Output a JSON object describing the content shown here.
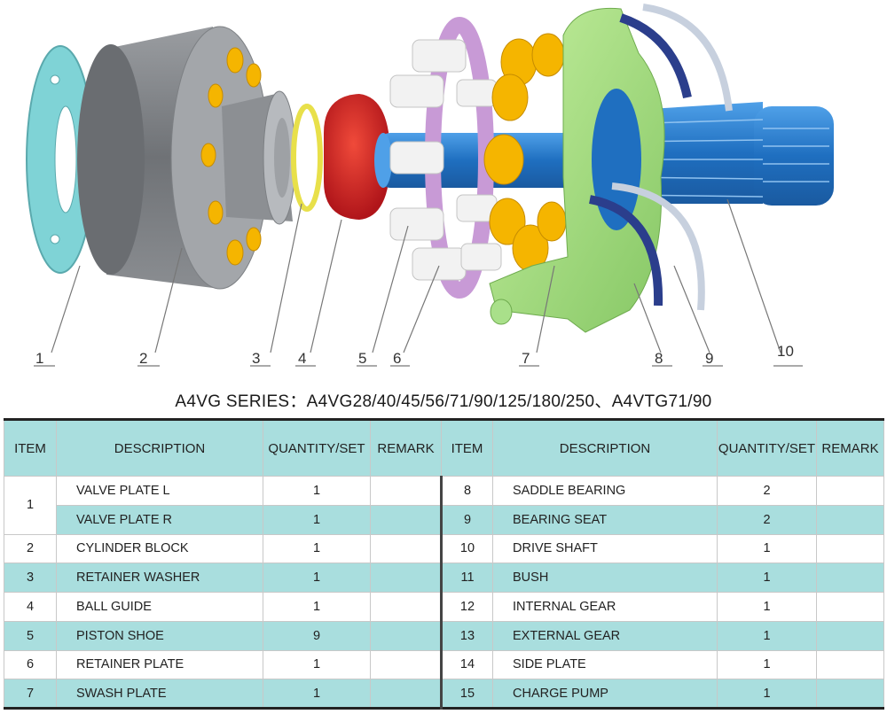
{
  "diagram": {
    "callouts": [
      "1",
      "2",
      "3",
      "4",
      "5",
      "6",
      "7",
      "8",
      "9",
      "10"
    ],
    "colors": {
      "valve_plate": "#7fd3d6",
      "cylinder_block": "#7d8084",
      "retainer_washer": "#e8e04a",
      "ball_guide": "#d9282a",
      "piston_shoe": "#f2f2f2",
      "retainer_plate": "#c89ad6",
      "piston": "#f5b500",
      "swash_plate": "#a9e08a",
      "bearing": "#2b3e8c",
      "bearing_seat": "#d3dbe8",
      "drive_shaft": "#1f6fc0"
    }
  },
  "series_title": "A4VG SERIES：A4VG28/40/45/56/71/90/125/180/250、A4VTG71/90",
  "table": {
    "header": {
      "item": "ITEM",
      "description": "DESCRIPTION",
      "quantity": "QUANTITY/SET",
      "remark": "REMARK"
    },
    "rows": [
      {
        "l_item": "1",
        "l_desc": "VALVE PLATE  L",
        "l_qty": "1",
        "l_rem": "",
        "r_item": "8",
        "r_desc": "SADDLE BEARING",
        "r_qty": "2",
        "r_rem": ""
      },
      {
        "l_item": "",
        "l_desc": "VALVE PLATE  R",
        "l_qty": "1",
        "l_rem": "",
        "r_item": "9",
        "r_desc": "BEARING SEAT",
        "r_qty": "2",
        "r_rem": ""
      },
      {
        "l_item": "2",
        "l_desc": "CYLINDER BLOCK",
        "l_qty": "1",
        "l_rem": "",
        "r_item": "10",
        "r_desc": "DRIVE SHAFT",
        "r_qty": "1",
        "r_rem": ""
      },
      {
        "l_item": "3",
        "l_desc": "RETAINER WASHER",
        "l_qty": "1",
        "l_rem": "",
        "r_item": "11",
        "r_desc": "BUSH",
        "r_qty": "1",
        "r_rem": ""
      },
      {
        "l_item": "4",
        "l_desc": "BALL GUIDE",
        "l_qty": "1",
        "l_rem": "",
        "r_item": "12",
        "r_desc": "INTERNAL GEAR",
        "r_qty": "1",
        "r_rem": ""
      },
      {
        "l_item": "5",
        "l_desc": "PISTON SHOE",
        "l_qty": "9",
        "l_rem": "",
        "r_item": "13",
        "r_desc": "EXTERNAL GEAR",
        "r_qty": "1",
        "r_rem": ""
      },
      {
        "l_item": "6",
        "l_desc": "RETAINER PLATE",
        "l_qty": "1",
        "l_rem": "",
        "r_item": "14",
        "r_desc": "SIDE PLATE",
        "r_qty": "1",
        "r_rem": ""
      },
      {
        "l_item": "7",
        "l_desc": "SWASH PLATE",
        "l_qty": "1",
        "l_rem": "",
        "r_item": "15",
        "r_desc": "CHARGE PUMP",
        "r_qty": "1",
        "r_rem": ""
      }
    ]
  }
}
